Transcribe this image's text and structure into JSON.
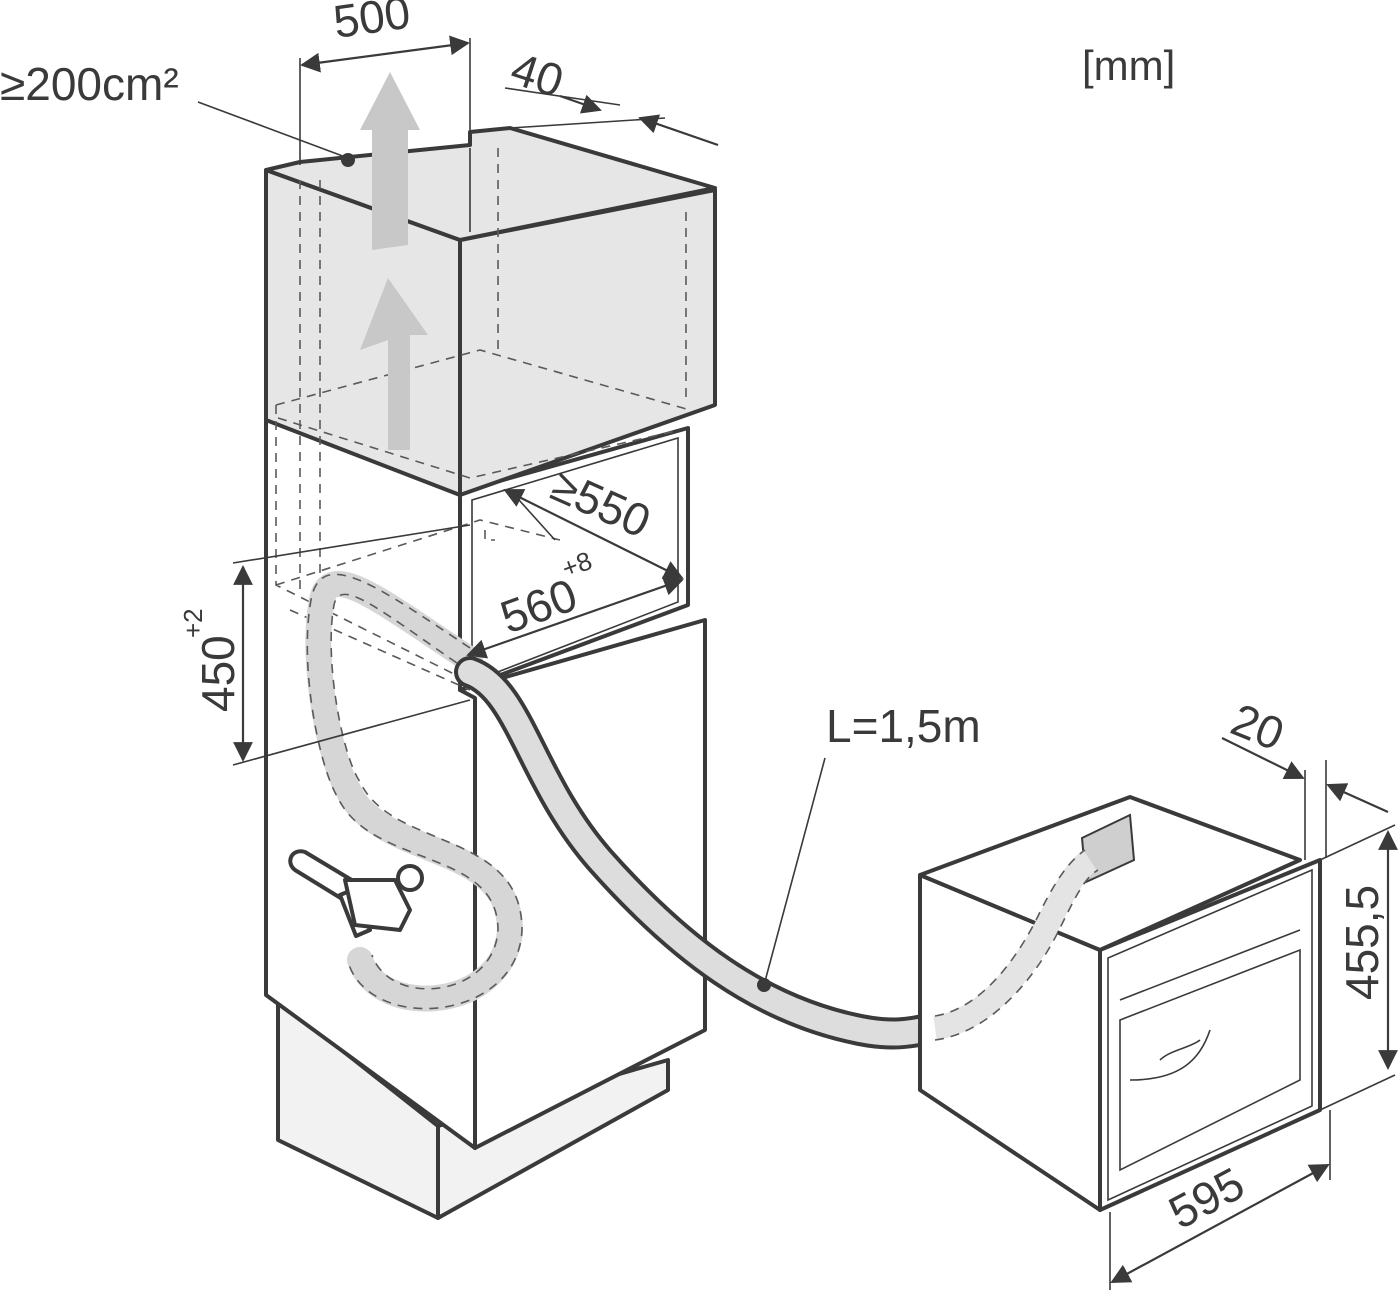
{
  "labels": {
    "unit": "[mm]",
    "vent_area": "≥200cm²",
    "width_top": "500",
    "depth_top": "40",
    "niche_depth": "≥550",
    "niche_width_base": "560",
    "niche_width_tol": "+8",
    "niche_height_base": "450",
    "niche_height_tol": "+2",
    "hose_length": "L=1,5m",
    "front_depth": "20",
    "appliance_height": "455,5",
    "appliance_width": "595"
  },
  "colors": {
    "line": "#3a3a3a",
    "panel_fill": "#e6e6e6",
    "arrow_fill": "#c8c8c8",
    "hose_fill": "#dddddd"
  }
}
